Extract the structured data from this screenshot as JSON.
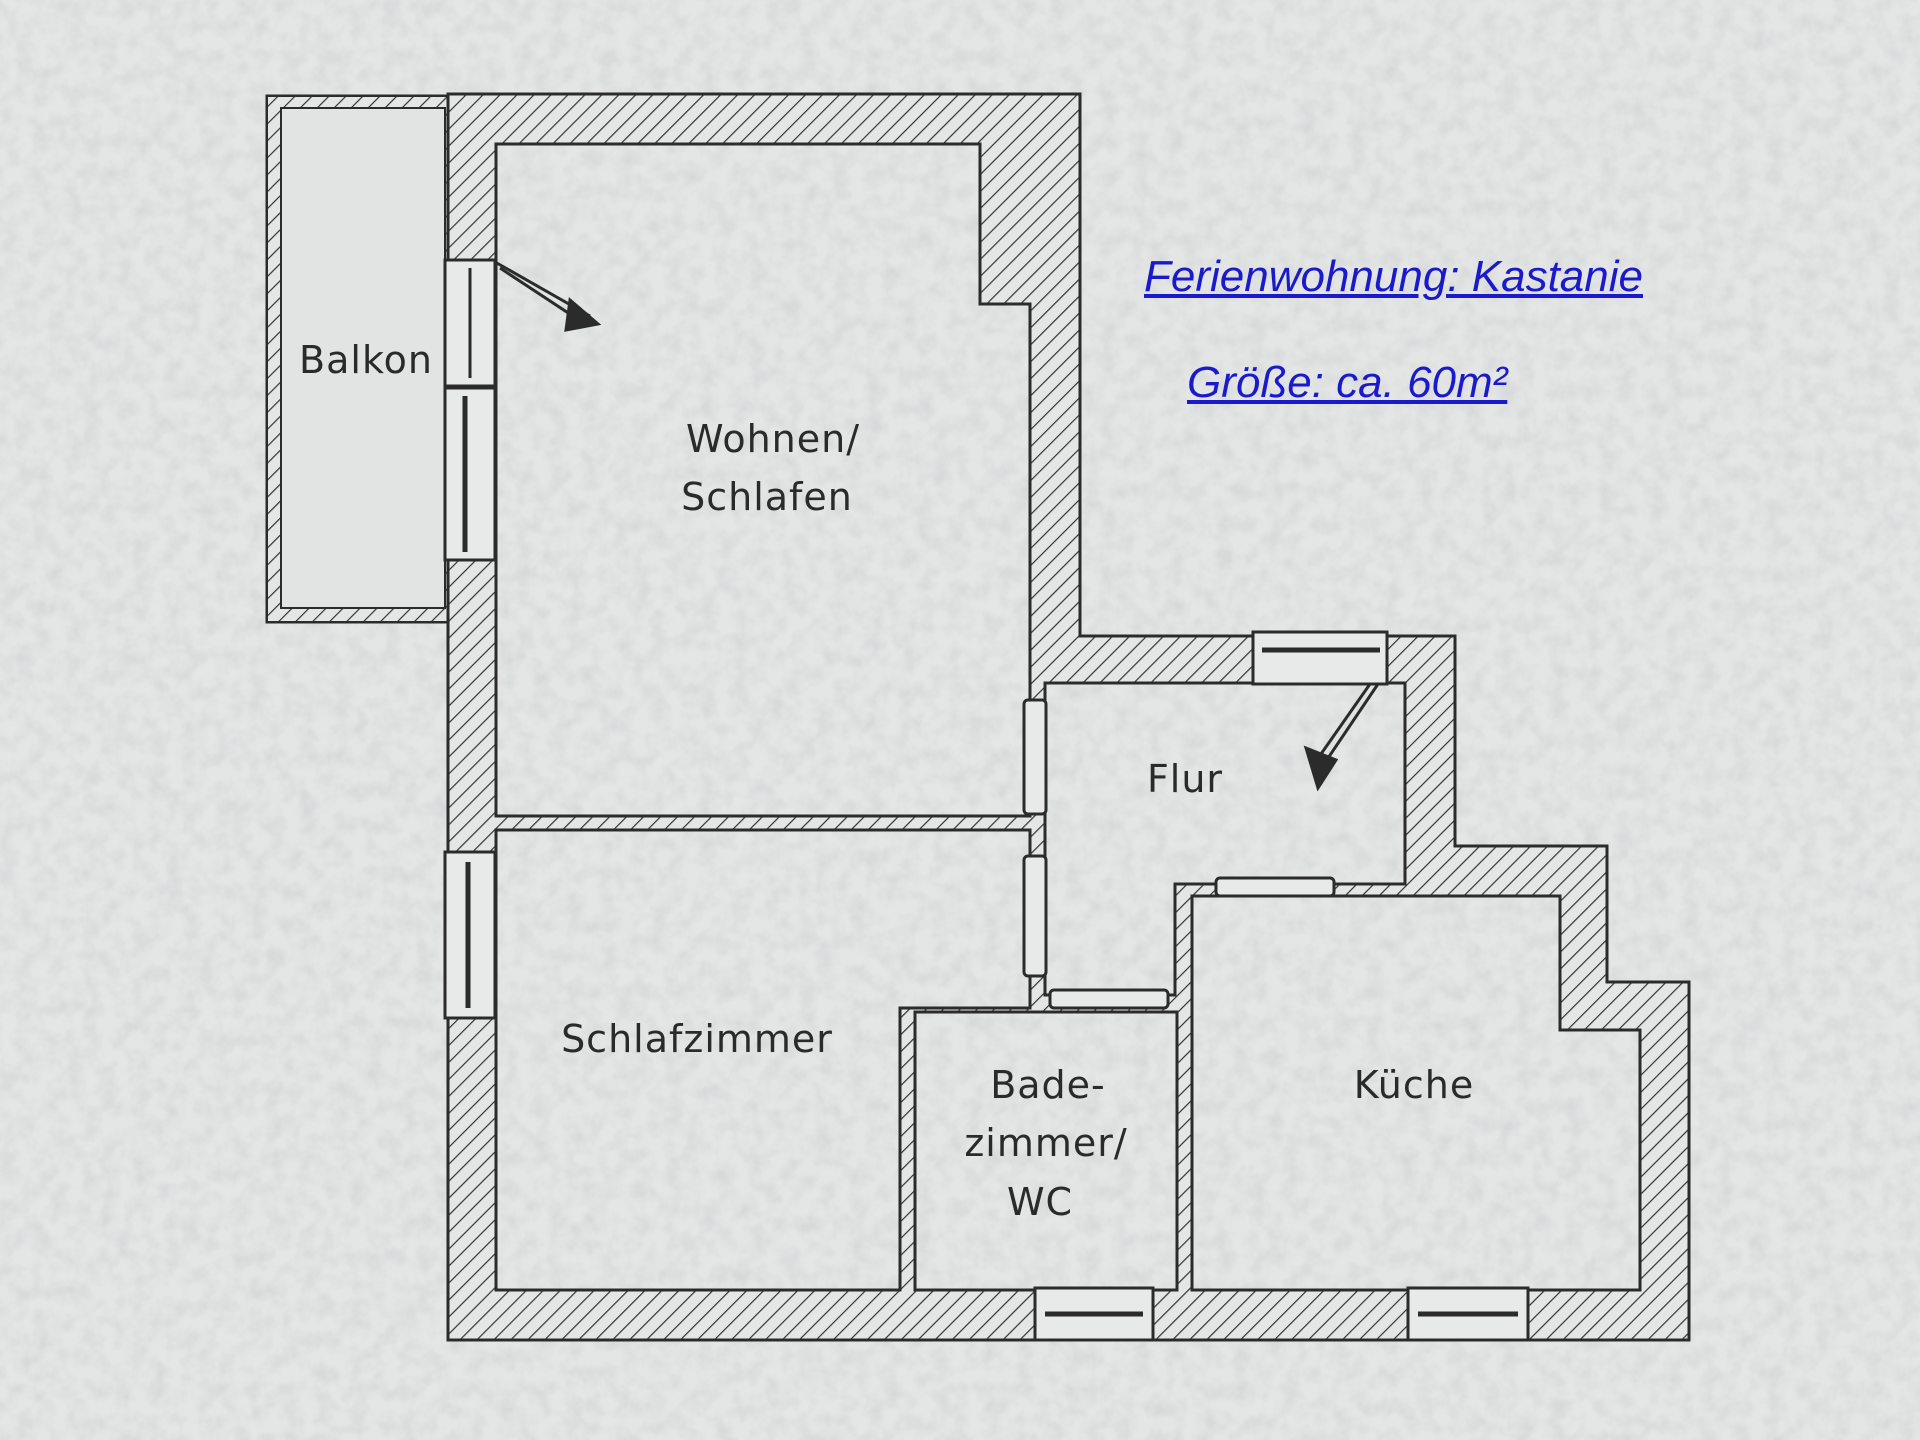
{
  "info": {
    "title": "Ferienwohnung: Kastanie",
    "size": "Größe:  ca. 60m²"
  },
  "rooms": {
    "balkon": "Balkon",
    "wohnen_line1": "Wohnen/",
    "wohnen_line2": "Schlafen",
    "flur": "Flur",
    "schlafzimmer": "Schlafzimmer",
    "bad_line1": "Bade-",
    "bad_line2": "zimmer/",
    "bad_line3": "WC",
    "kueche": "Küche"
  },
  "colors": {
    "background": "#e4e6e6",
    "wall_line": "#2b2b2b",
    "floor": "#e2e4e4",
    "info_text": "#1a1acc"
  }
}
